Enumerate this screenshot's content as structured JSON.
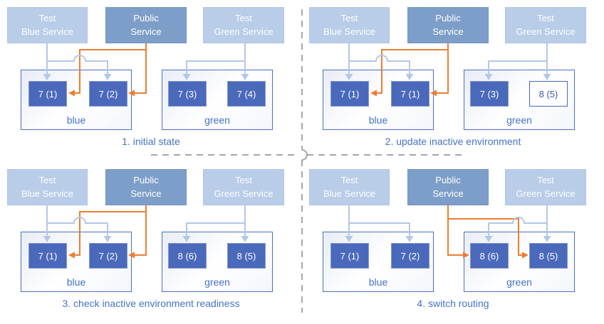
{
  "colors": {
    "public_route_orange": "#ED7D31",
    "test_route_light_blue": "#B4C7E7",
    "pod_fill_blue": "#4A69BB",
    "service_box_light": "#B9CCE8",
    "service_box_public": "#7D9EC8",
    "label_text_blue": "#4472C4",
    "divider_gray": "#A6A6A6"
  },
  "quadrants": [
    {
      "title": "1. initial state",
      "svc_blue": {
        "line1": "Test",
        "line2": "Blue Service"
      },
      "svc_public": {
        "line1": "Public",
        "line2": "Service"
      },
      "svc_green": {
        "line1": "Test",
        "line2": "Green Service"
      },
      "env_blue": {
        "label": "blue",
        "pods": [
          {
            "label": "7 (1)",
            "variant": "solid"
          },
          {
            "label": "7 (2)",
            "variant": "solid"
          }
        ]
      },
      "env_green": {
        "label": "green",
        "pods": [
          {
            "label": "7 (3)",
            "variant": "solid"
          },
          {
            "label": "7 (4)",
            "variant": "solid"
          }
        ]
      }
    },
    {
      "title": "2. update inactive environment",
      "svc_blue": {
        "line1": "Test",
        "line2": "Blue Service"
      },
      "svc_public": {
        "line1": "Public",
        "line2": "Service"
      },
      "svc_green": {
        "line1": "Test",
        "line2": "Green Service"
      },
      "env_blue": {
        "label": "blue",
        "pods": [
          {
            "label": "7 (1)",
            "variant": "solid"
          },
          {
            "label": "7 (1)",
            "variant": "solid"
          }
        ]
      },
      "env_green": {
        "label": "green",
        "pods": [
          {
            "label": "7 (3)",
            "variant": "solid"
          },
          {
            "label": "8 (5)",
            "variant": "outline"
          }
        ]
      }
    },
    {
      "title": "3. check inactive environment readiness",
      "svc_blue": {
        "line1": "Test",
        "line2": "Blue Service"
      },
      "svc_public": {
        "line1": "Public",
        "line2": "Service"
      },
      "svc_green": {
        "line1": "Test",
        "line2": "Green Service"
      },
      "env_blue": {
        "label": "blue",
        "pods": [
          {
            "label": "7 (1)",
            "variant": "solid"
          },
          {
            "label": "7 (2)",
            "variant": "solid"
          }
        ]
      },
      "env_green": {
        "label": "green",
        "pods": [
          {
            "label": "8 (6)",
            "variant": "solid"
          },
          {
            "label": "8 (5)",
            "variant": "solid"
          }
        ]
      }
    },
    {
      "title": "4. switch routing",
      "svc_blue": {
        "line1": "Test",
        "line2": "Blue Service"
      },
      "svc_public": {
        "line1": "Public",
        "line2": "Service"
      },
      "svc_green": {
        "line1": "Test",
        "line2": "Green Service"
      },
      "env_blue": {
        "label": "blue",
        "pods": [
          {
            "label": "7 (1)",
            "variant": "solid"
          },
          {
            "label": "7 (2)",
            "variant": "solid"
          }
        ]
      },
      "env_green": {
        "label": "green",
        "pods": [
          {
            "label": "8 (6)",
            "variant": "solid"
          },
          {
            "label": "8 (5)",
            "variant": "solid"
          }
        ]
      }
    }
  ]
}
